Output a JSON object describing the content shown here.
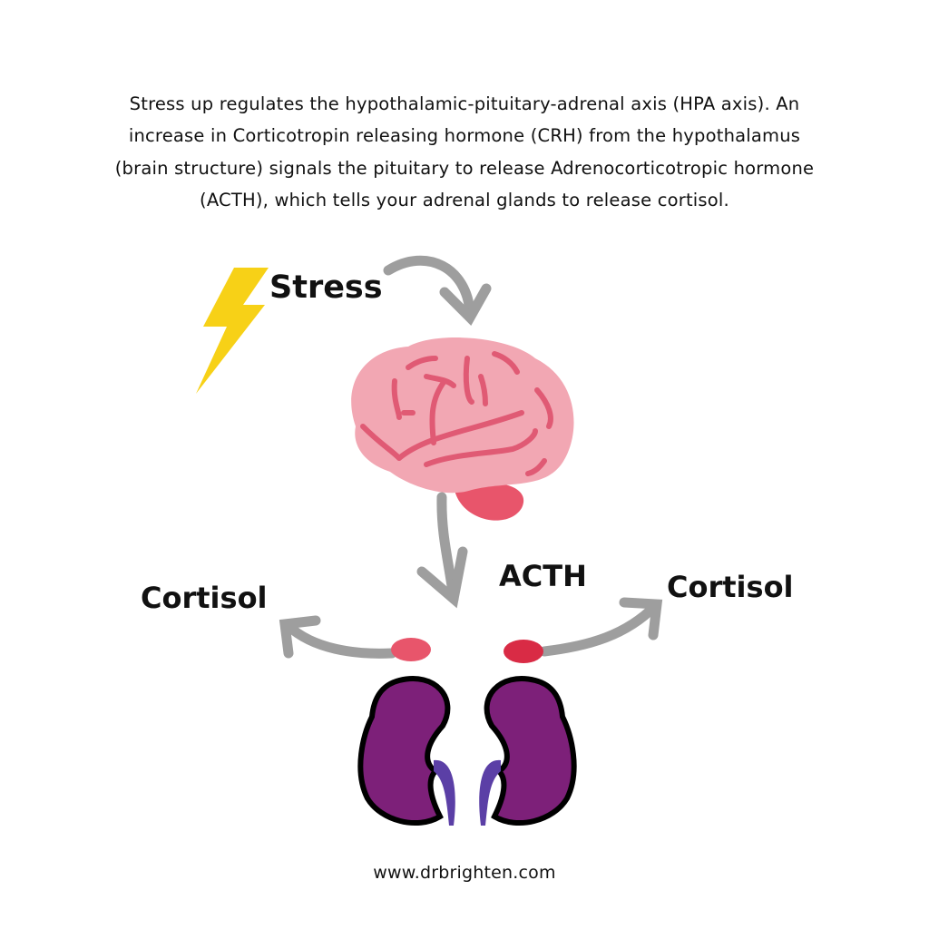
{
  "description_lines": [
    "Stress up regulates the hypothalamic-pituitary-adrenal axis (HPA axis). An",
    "increase in Corticotropin releasing hormone (CRH) from the hypothalamus",
    "(brain structure) signals the pituitary to release Adrenocorticotropic hormone",
    "(ACTH), which tells your adrenal glands to release cortisol."
  ],
  "labels": {
    "stress": "Stress",
    "acth": "ACTH",
    "cortisol_left": "Cortisol",
    "cortisol_right": "Cortisol"
  },
  "footer": {
    "url": "www.drbrighten.com"
  },
  "colors": {
    "arrow": "#9e9e9e",
    "lightning": "#f7d117",
    "brain": "#f2a7b3",
    "brain_lines": "#e05a74",
    "cerebellum": "#e8556b",
    "adrenal_left": "#e8556b",
    "adrenal_right": "#d92b45",
    "kidney": "#7d2079",
    "ureter": "#5b3fa6"
  }
}
